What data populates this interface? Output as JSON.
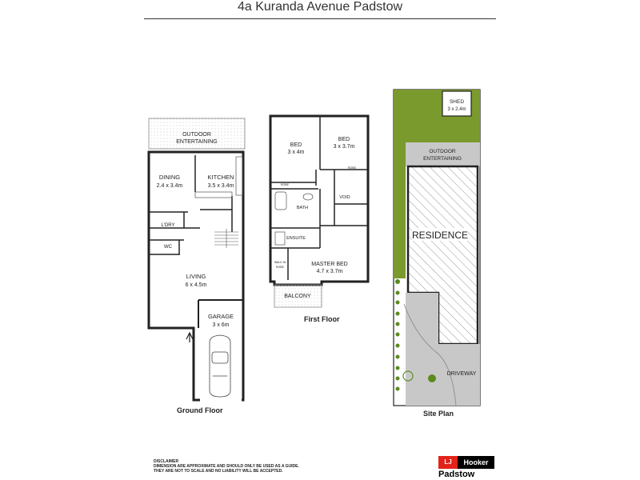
{
  "page": {
    "title": "4a Kuranda Avenue Padstow"
  },
  "ground_floor": {
    "label": "Ground Floor",
    "rooms": {
      "outdoor_entertaining": "OUTDOOR\nENTERTAINING",
      "dining": "DINING",
      "dining_size": "2.4 x 3.4m",
      "kitchen": "KITCHEN",
      "kitchen_size": "3.5 x 3.4m",
      "laundry": "L'DRY",
      "wc": "WC",
      "living": "LIVING",
      "living_size": "6 x 4.5m",
      "garage": "GARAGE",
      "garage_size": "3 x 6m"
    }
  },
  "first_floor": {
    "label": "First Floor",
    "rooms": {
      "bed1": "BED",
      "bed1_size": "3 x 4m",
      "bed2": "BED",
      "bed2_size": "3 x 3.7m",
      "robe1": "ROBE",
      "robe2": "ROBE",
      "bath": "BATH",
      "void": "VOID",
      "ensuite": "ENSUITE",
      "walk_in_robe": "WALK IN\nROBE",
      "master_bed": "MASTER BED",
      "master_bed_size": "4.7 x 3.7m",
      "balcony": "BALCONY"
    }
  },
  "site_plan": {
    "label": "Site Plan",
    "shed": "SHED",
    "shed_size": "3 x 2.4m",
    "outdoor_entertaining": "OUTDOOR\nENTERTAINING",
    "residence": "RESIDENCE",
    "driveway": "DRIVEWAY",
    "colors": {
      "lawn": "#7a9a2e",
      "paving": "#c8c8c8",
      "hatch": "#999999"
    }
  },
  "footer": {
    "disclaimer_title": "DISCLAIMER",
    "disclaimer_line1": "DIMENSION ARE APPROXIMATE AND SHOULD ONLY BE USED AS A GUIDE.",
    "disclaimer_line2": "THEY ARE NOT TO SCALE AND NO LIABILITY WILL BE ACCEPTED.",
    "logo_badge": "LJ",
    "logo_name": "Hooker",
    "logo_office": "Padstow",
    "colors": {
      "badge": "#e2231a",
      "name_bg": "#000000"
    }
  }
}
